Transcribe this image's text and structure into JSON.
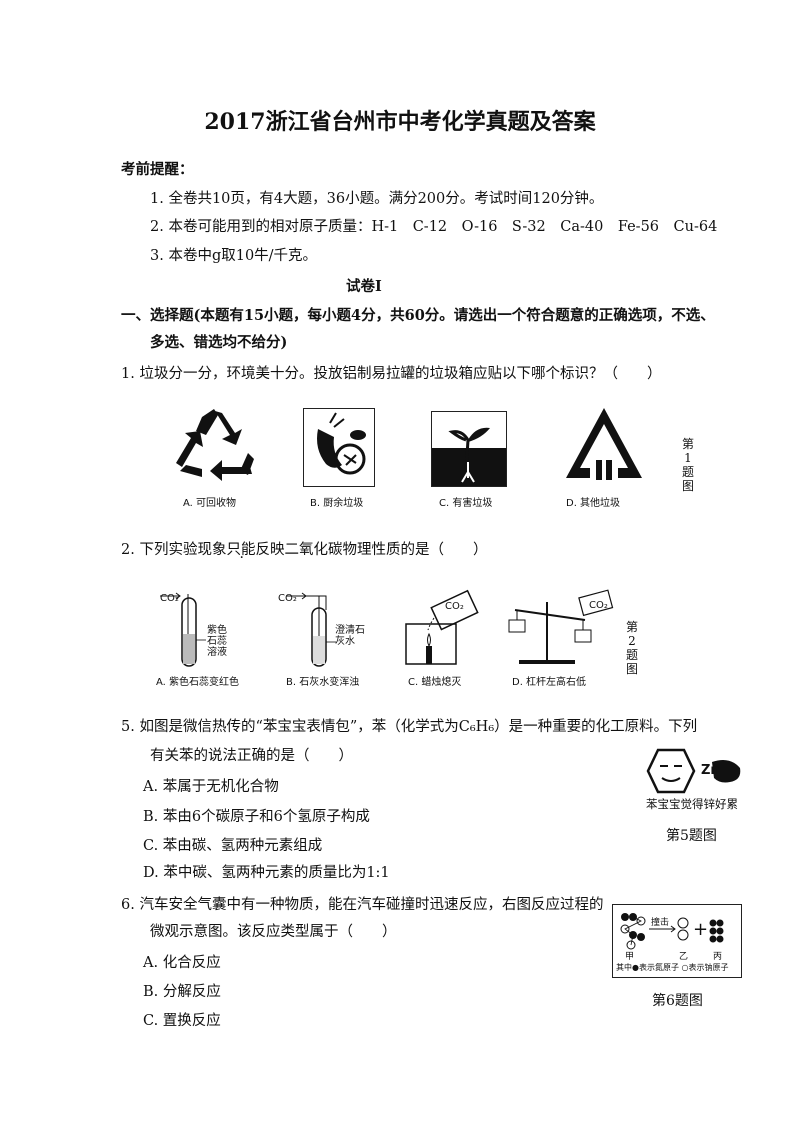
{
  "title": "2017浙江省台州市中考化学真题及答案",
  "notice": {
    "heading": "考前提醒：",
    "items": [
      "1. 全卷共10页，有4大题，36小题。满分200分。考试时间120分钟。",
      "2. 本卷可能用到的相对原子质量：H-1　C-12　O-16　S-32　Ca-40　Fe-56　Cu-64",
      "3. 本卷中g取10牛/千克。"
    ]
  },
  "paper_label": "试卷Ⅰ",
  "section1": {
    "line1": "一、选择题(本题有15小题，每小题4分，共60分。请选出一个符合题意的正确选项，不选、",
    "line2": "多选、错选均不给分)"
  },
  "q1": {
    "stem": "1. 垃圾分一分，环境美十分。投放铝制易拉罐的垃圾箱应贴以下哪个标识？（　　）",
    "options": [
      "A. 可回收物",
      "B. 厨余垃圾",
      "C. 有害垃圾",
      "D. 其他垃圾"
    ],
    "side_label": "第1题图"
  },
  "q2": {
    "stem_pre": "2. 下列实验现象",
    "stem_emph": "只能",
    "stem_post": "反映二氧化碳物理性质的是（　　）",
    "options": [
      "A. 紫色石蕊变红色",
      "B. 石灰水变浑浊",
      "C. 蜡烛熄灭",
      "D. 杠杆左高右低"
    ],
    "labels": {
      "co2": "CO₂",
      "litmus": "紫色石蕊溶液",
      "limewater": "澄清石灰水"
    },
    "side_label": "第2题图"
  },
  "q5": {
    "stem1": "5. 如图是微信热传的“苯宝宝表情包”，苯（化学式为C₆H₆）是一种重要的化工原料。下列",
    "stem2": "有关苯的说法正确的是（　　）",
    "options": [
      "A. 苯属于无机化合物",
      "B. 苯由6个碳原子和6个氢原子构成",
      "C. 苯由碳、氢两种元素组成",
      "D. 苯中碳、氢两种元素的质量比为1:1"
    ],
    "image_caption": "苯宝宝觉得锌好累",
    "image_symbol": "Zn",
    "figure_label": "第5题图"
  },
  "q6": {
    "stem1": "6. 汽车安全气囊中有一种物质，能在汽车碰撞时迅速反应，右图反应过程的",
    "stem2": "微观示意图。该反应类型属于（　　）",
    "options": [
      "A. 化合反应",
      "B. 分解反应",
      "C. 置换反应"
    ],
    "diagram": {
      "arrow_label": "撞击",
      "plus": "+",
      "names": [
        "甲",
        "乙",
        "丙"
      ],
      "legend": "其中●表示氮原子 ○表示钠原子"
    },
    "figure_label": "第6题图"
  }
}
